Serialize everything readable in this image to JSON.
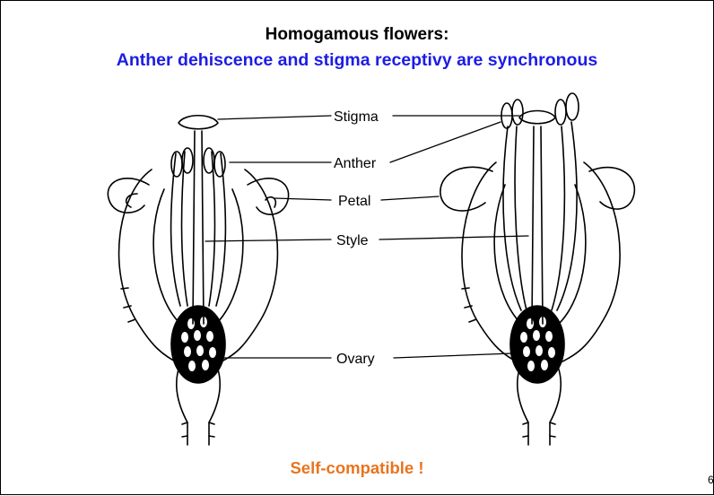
{
  "title": "Homogamous flowers:",
  "subtitle": "Anther dehiscence and stigma receptivy are synchronous",
  "footer": "Self-compatible !",
  "page_number": "6",
  "labels": {
    "stigma": "Stigma",
    "anther": "Anther",
    "petal": "Petal",
    "style": "Style",
    "ovary": "Ovary"
  },
  "colors": {
    "title": "#000000",
    "subtitle": "#1c1ce6",
    "footer": "#e8741e",
    "line": "#000000"
  }
}
